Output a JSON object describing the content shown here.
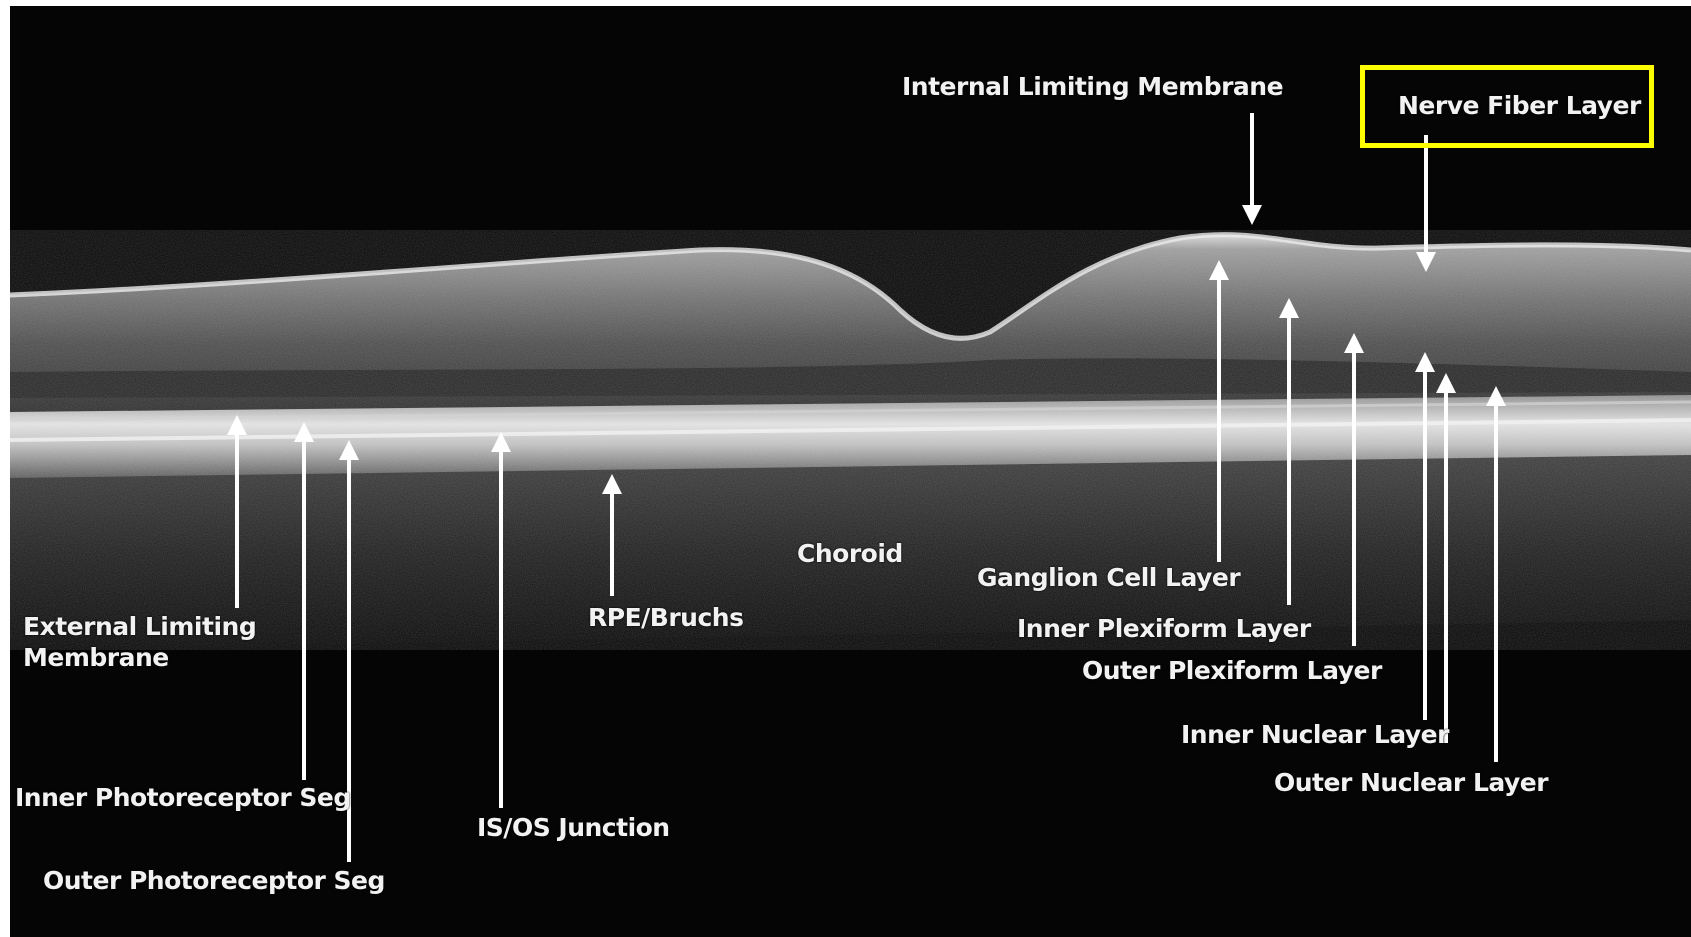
{
  "labels": {
    "internal_limiting_membrane": "Internal Limiting Membrane",
    "nerve_fiber_layer": "Nerve Fiber Layer",
    "external_limiting_membrane": "External Limiting Membrane",
    "rpe_bruchs": "RPE/Bruchs",
    "choroid": "Choroid",
    "ganglion_cell_layer": "Ganglion Cell Layer",
    "inner_plexiform_layer": "Inner Plexiform Layer",
    "outer_plexiform_layer": "Outer Plexiform Layer",
    "inner_nuclear_layer": "Inner Nuclear Layer",
    "outer_nuclear_layer": "Outer Nuclear Layer",
    "inner_photoreceptor_seg": "Inner Photoreceptor Seg",
    "outer_photoreceptor_seg": "Outer Photoreceptor Seg",
    "is_os_junction": "IS/OS Junction"
  },
  "highlight": {
    "target": "Nerve Fiber Layer",
    "color": "#ffff00"
  },
  "colors": {
    "scan_background": "#050505",
    "label_text": "#f2f2f2",
    "arrow": "#ffffff"
  }
}
